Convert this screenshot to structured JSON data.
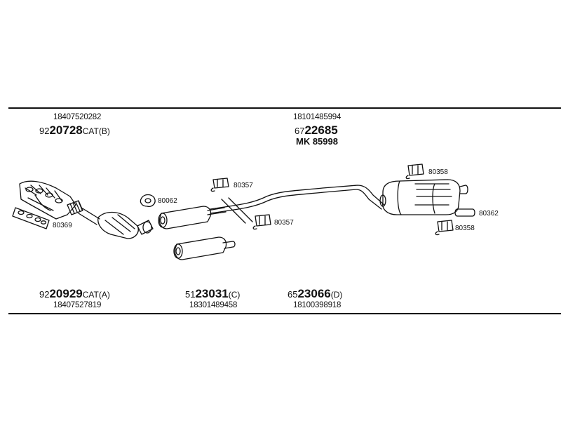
{
  "top_left": {
    "ref": "18407520282",
    "part": {
      "prefix": "92",
      "number": "20728",
      "suffix": "CAT(B)"
    }
  },
  "top_center": {
    "ref": "18101485994",
    "part": {
      "prefix": "67",
      "number": "22685",
      "suffix": ""
    },
    "mk": "MK 85998"
  },
  "bottom_left": {
    "part": {
      "prefix": "92",
      "number": "20929",
      "suffix": "CAT(A)"
    },
    "ref": "18407527819"
  },
  "bottom_mid": {
    "part": {
      "prefix": "51",
      "number": "23031",
      "suffix": "(C)"
    },
    "ref": "18301489458"
  },
  "bottom_right": {
    "part": {
      "prefix": "65",
      "number": "23066",
      "suffix": "(D)"
    },
    "ref": "18100398918"
  },
  "small_parts": {
    "gasket_front": "80369",
    "gasket_ring": "80062",
    "hanger_top": "80357",
    "hanger_bottom": "80357",
    "hanger_rear_top": "80358",
    "hanger_rear_bottom": "80358",
    "rubber_block": "80362"
  },
  "colors": {
    "line": "#111111",
    "background": "#ffffff"
  }
}
